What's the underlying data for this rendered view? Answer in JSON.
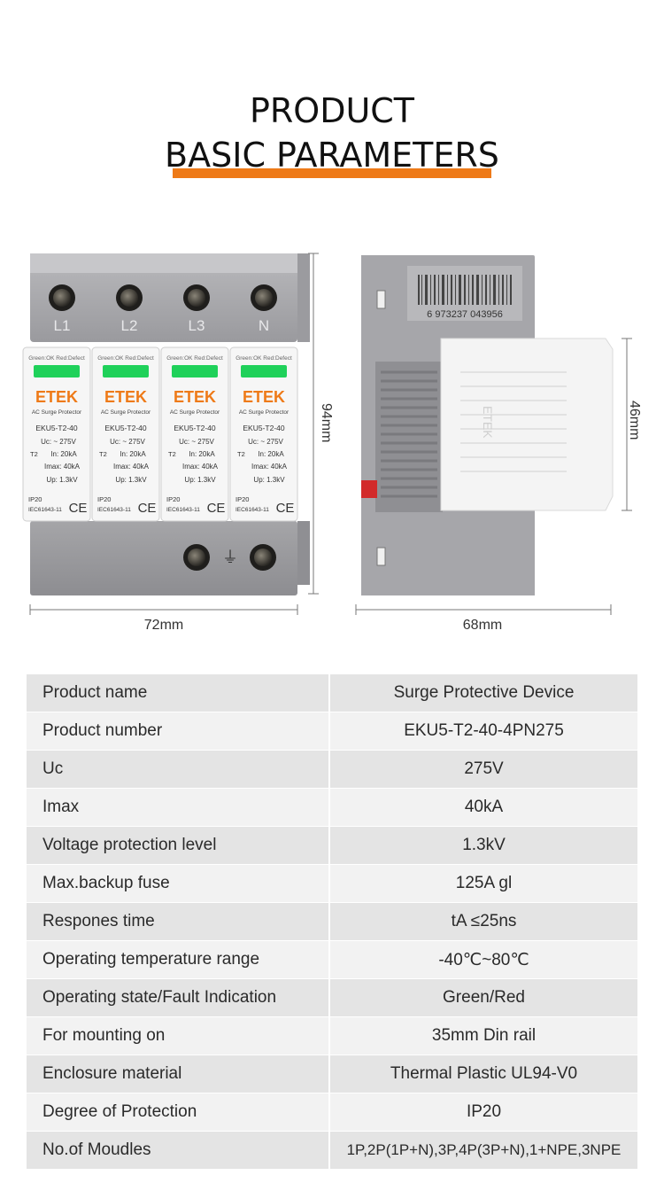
{
  "header": {
    "line1": "PRODUCT",
    "line2": "BASIC PARAMETERS",
    "accent_color": "#ee7a18"
  },
  "figure": {
    "front": {
      "terminals_top": [
        "L1",
        "L2",
        "L3",
        "N"
      ],
      "module_strip": "Green:OK  Red:Defect",
      "brand": "ETEK",
      "subtitle": "AC Surge Protector",
      "model": "EKU5-T2-40",
      "uc": "Uc:  ~ 275V",
      "t2": "T2",
      "in": "In:   20kA",
      "imax": "Imax: 40kA",
      "up": "Up:  1.3kV",
      "ip": "IP20",
      "std": "IEC61643-11",
      "ce": "CE",
      "ground_symbol": "⏚"
    },
    "side": {
      "barcode_number": "6 973237 043956",
      "brand_vertical": "ETEK"
    },
    "dims": {
      "front_width": "72mm",
      "front_height": "94mm",
      "side_width": "68mm",
      "side_height": "46mm"
    }
  },
  "params": [
    {
      "key": "Product name",
      "value": "Surge Protective Device"
    },
    {
      "key": "Product number",
      "value": "EKU5-T2-40-4PN275"
    },
    {
      "key": "Uc",
      "value": "275V"
    },
    {
      "key": "Imax",
      "value": "40kA"
    },
    {
      "key": "Voltage protection level",
      "value": "1.3kV"
    },
    {
      "key": "Max.backup fuse",
      "value": "125A gl"
    },
    {
      "key": "Respones time",
      "value": "tA ≤25ns"
    },
    {
      "key": "Operating temperature range",
      "value": "-40℃~80℃"
    },
    {
      "key": "Operating state/Fault Indication",
      "value": "Green/Red"
    },
    {
      "key": "For mounting on",
      "value": "35mm Din rail"
    },
    {
      "key": "Enclosure material",
      "value": "Thermal Plastic UL94-V0"
    },
    {
      "key": "Degree of Protection",
      "value": "IP20"
    },
    {
      "key": "No.of Moudles",
      "value": "1P,2P(1P+N),3P,4P(3P+N),1+NPE,3NPE"
    }
  ]
}
